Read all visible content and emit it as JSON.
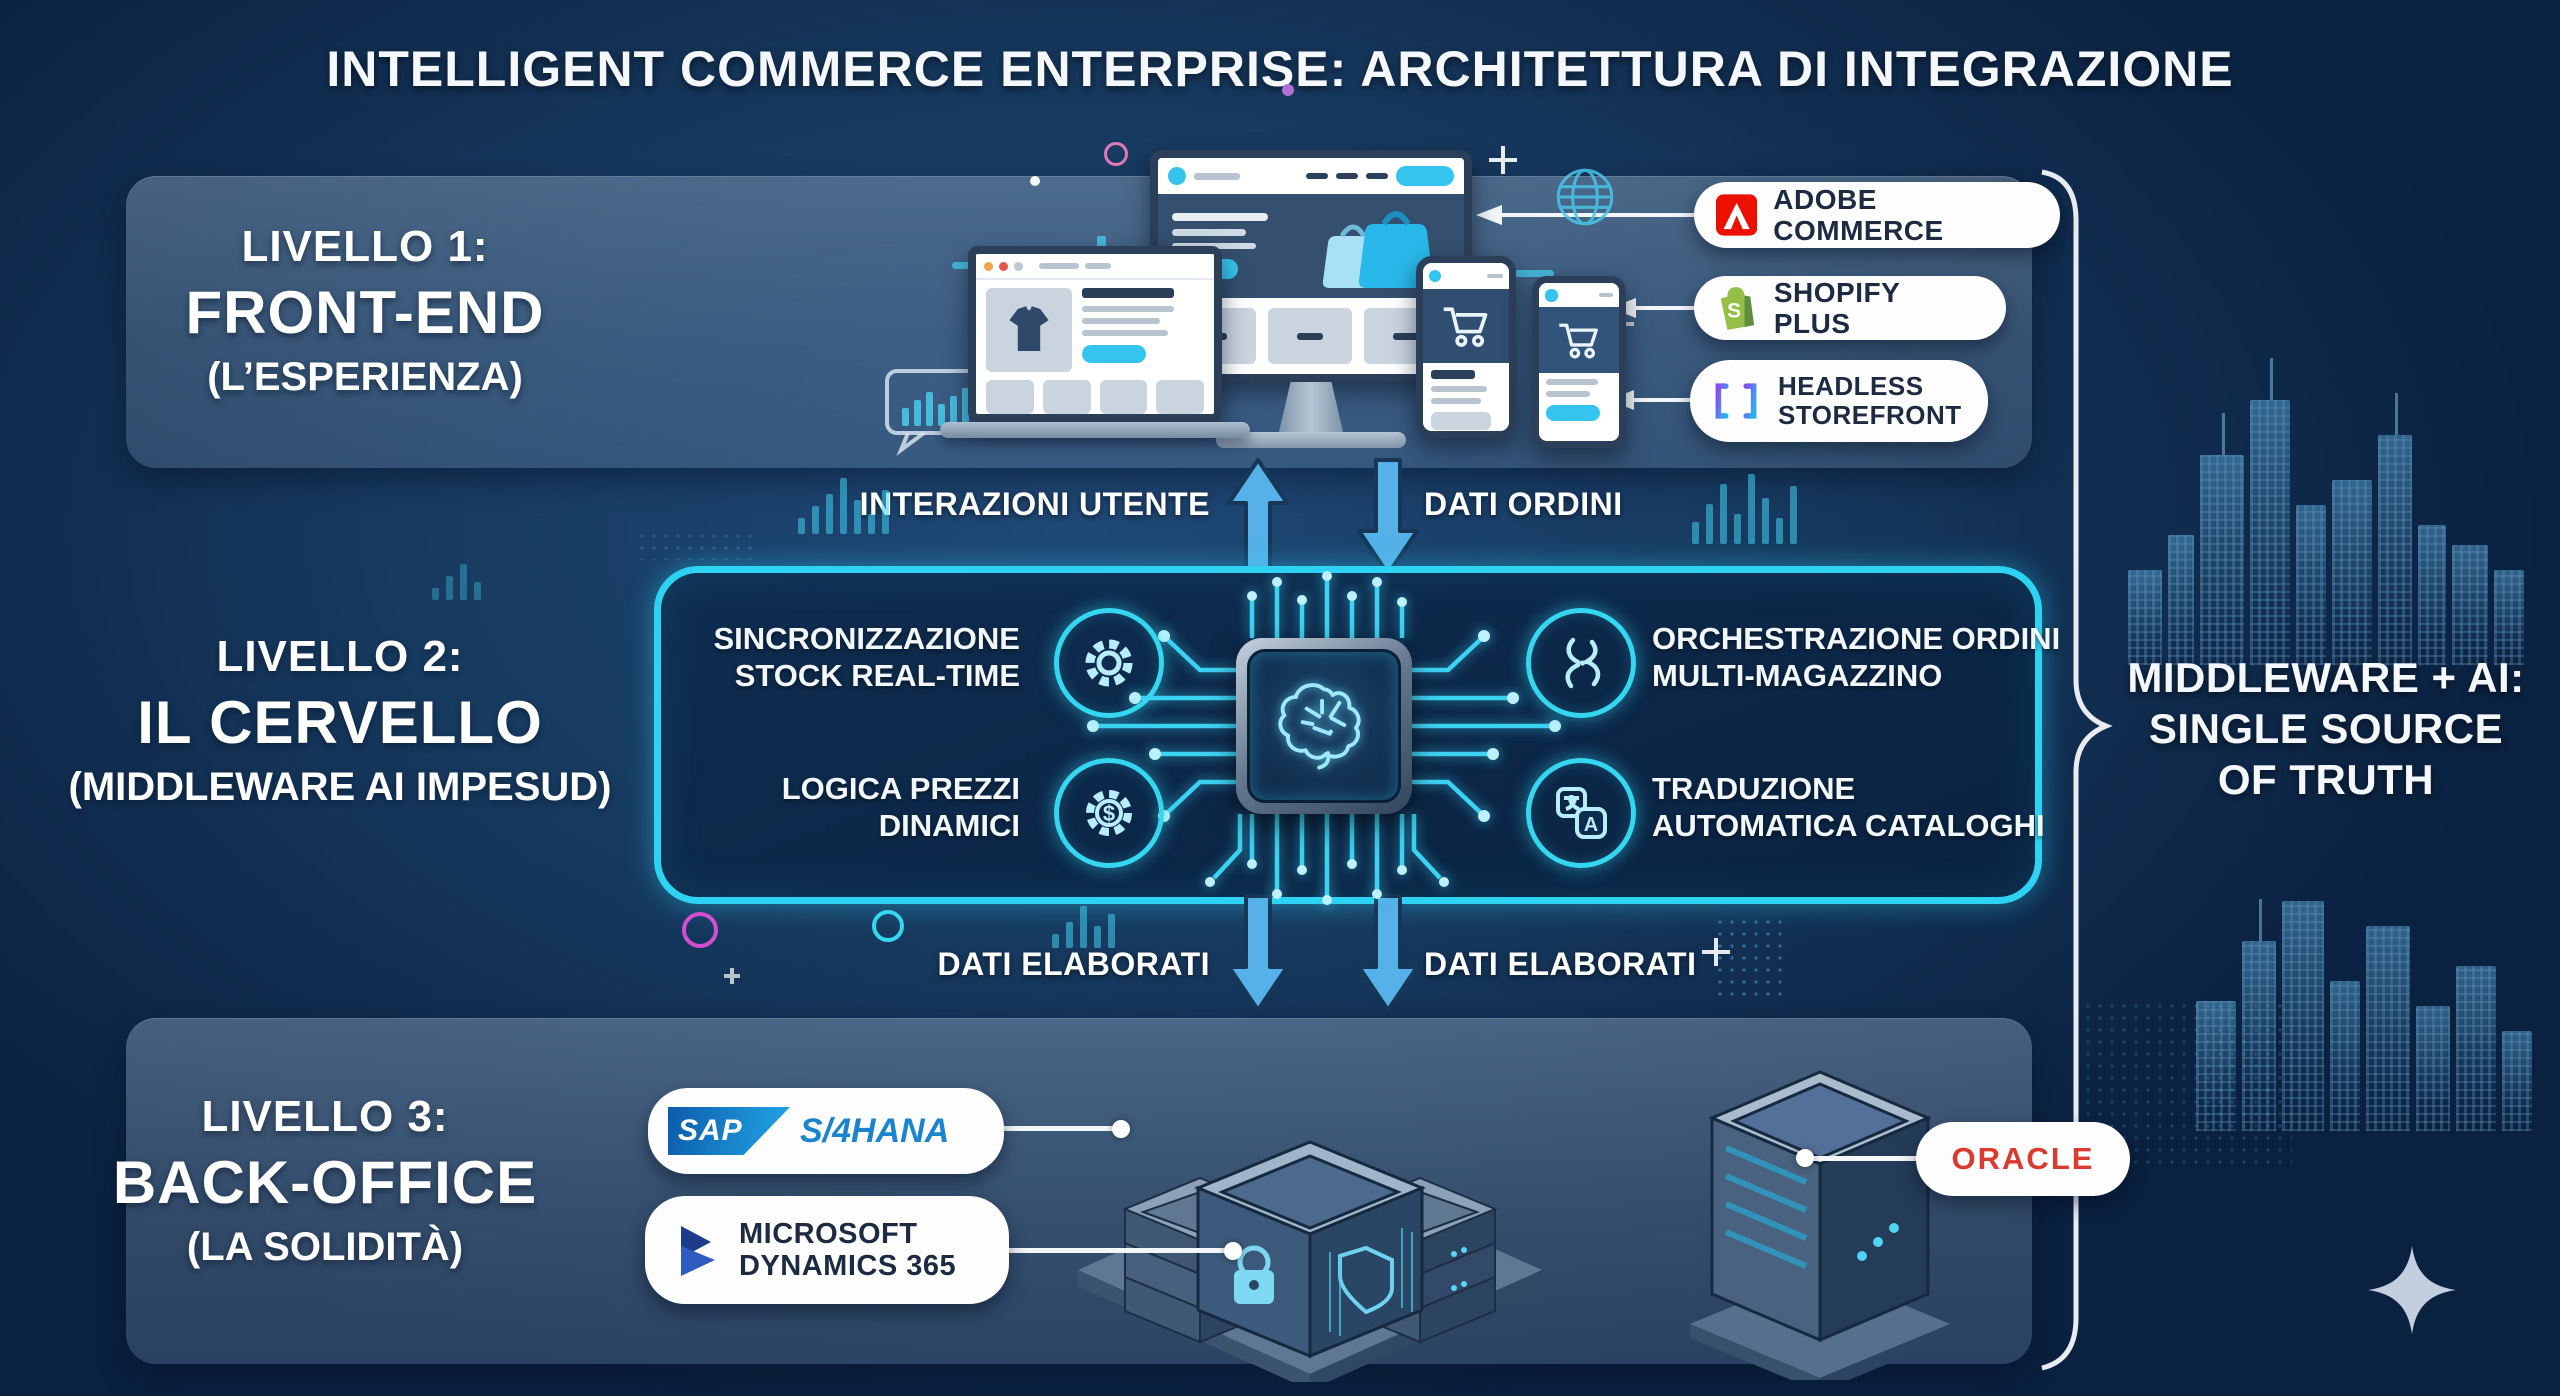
{
  "title": "INTELLIGENT COMMERCE ENTERPRISE: ARCHITETTURA DI INTEGRAZIONE",
  "levels": [
    {
      "line1": "LIVELLO 1:",
      "line2": "FRONT-END",
      "line3": "(L’ESPERIENZA)"
    },
    {
      "line1": "LIVELLO 2:",
      "line2": "IL CERVELLO",
      "line3": "(MIDDLEWARE AI IMPESUD)"
    },
    {
      "line1": "LIVELLO 3:",
      "line2": "BACK-OFFICE",
      "line3": "(LA SOLIDITÀ)"
    }
  ],
  "frontend_platforms": [
    {
      "label": "ADOBE COMMERCE",
      "icon": "adobe-commerce-icon"
    },
    {
      "label": "SHOPIFY PLUS",
      "icon": "shopify-icon"
    },
    {
      "line1": "HEADLESS",
      "line2": "STOREFRONT",
      "icon": "headless-brackets-icon"
    }
  ],
  "flow_labels": {
    "top_left": "INTERAZIONI UTENTE",
    "top_right": "DATI ORDINI",
    "bottom_left": "DATI ELABORATI",
    "bottom_right": "DATI ELABORATI"
  },
  "middleware_features": [
    {
      "line1": "SINCRONIZZAZIONE",
      "line2": "STOCK REAL-TIME",
      "icon": "gear-icon"
    },
    {
      "line1": "ORCHESTRAZIONE ORDINI",
      "line2": "MULTI-MAGAZZINO",
      "icon": "joint-icon"
    },
    {
      "line1": "LOGICA PREZZI",
      "line2": "DINAMICI",
      "icon": "dollar-gear-icon"
    },
    {
      "line1": "TRADUZIONE",
      "line2": "AUTOMATICA CATALOGHI",
      "icon": "translate-icon"
    }
  ],
  "backoffice_systems": {
    "sap": {
      "brand": "SAP",
      "product": "S/4HANA"
    },
    "dynamics": {
      "line1": "MICROSOFT",
      "line2": "DYNAMICS 365"
    },
    "oracle": {
      "label": "ORACLE"
    }
  },
  "right_callout": {
    "line1": "MIDDLEWARE + AI:",
    "line2": "SINGLE SOURCE",
    "line3": "OF TRUTH"
  },
  "icon_glyphs": {
    "dollar": "$",
    "translate_a": "A",
    "shopify_s": "S"
  },
  "colors": {
    "accent_cyan": "#2ed3f4",
    "arrow_blue": "#55b1e8",
    "adobe_red": "#eb1000",
    "shopify_green": "#95bf47",
    "oracle_red": "#da3b30",
    "sap_blue": "#1b84cf",
    "dynamics_navy": "#1e3c8c",
    "panel_slate": "#56718f",
    "background_navy": "#10294a"
  }
}
